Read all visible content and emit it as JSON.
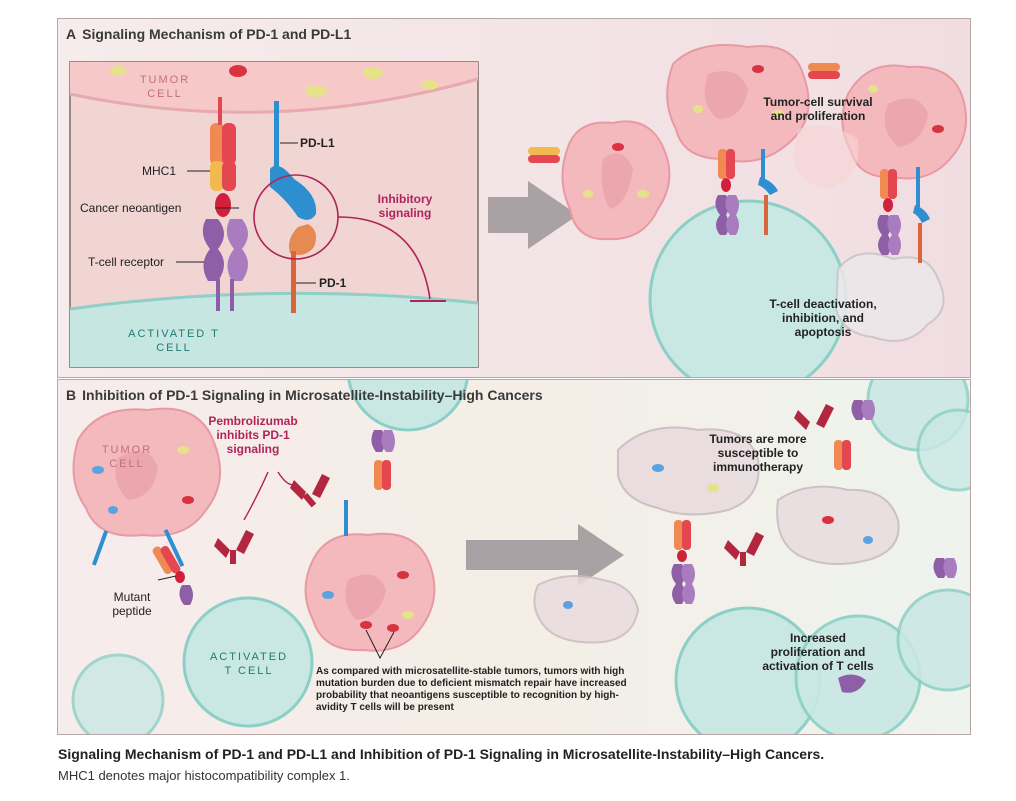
{
  "panel_a": {
    "letter": "A",
    "title": "Signaling Mechanism of PD-1 and PD-L1",
    "tumor_cell": "TUMOR CELL",
    "activated_t_cell": "ACTIVATED T CELL",
    "mhc1": "MHC1",
    "cancer_neoantigen": "Cancer neoantigen",
    "t_cell_receptor": "T-cell receptor",
    "pd_l1": "PD-L1",
    "pd_1": "PD-1",
    "inhibitory_signaling": "Inhibitory signaling",
    "tumor_survival": "Tumor-cell survival and proliferation",
    "t_cell_deactivation": "T-cell deactivation, inhibition, and apoptosis"
  },
  "panel_b": {
    "letter": "B",
    "title": "Inhibition of PD-1 Signaling in Microsatellite-Instability–High Cancers",
    "tumor_cell": "TUMOR CELL",
    "pembrolizumab": "Pembrolizumab inhibits PD-1 signaling",
    "mutant_peptide": "Mutant peptide",
    "activated_t_cell": "ACTIVATED T CELL",
    "comparison_note": "As compared with microsatellite-stable tumors, tumors with high mutation burden due to deficient mismatch repair have increased probability that neoantigens susceptible to recognition by high-avidity T cells will be present",
    "susceptible": "Tumors are more susceptible to immunotherapy",
    "increased_proliferation": "Increased proliferation and activation of T cells"
  },
  "caption": {
    "title": "Signaling Mechanism of PD-1 and PD-L1 and Inhibition of PD-1 Signaling in Microsatellite-Instability–High Cancers.",
    "note": "MHC1 denotes major histocompatibility complex 1."
  },
  "colors": {
    "tumor_pink": "#f4b9bd",
    "t_cell_teal": "#bfe2df",
    "mhc_orange": "#f08a52",
    "receptor_purple": "#8e5fa6",
    "pdl1_blue": "#2e8fd0",
    "pd1_orange": "#d8663a",
    "inhibitory_magenta": "#b0245a",
    "antibody_red": "#b22640",
    "arrow_gray": "#a9a1a3"
  }
}
